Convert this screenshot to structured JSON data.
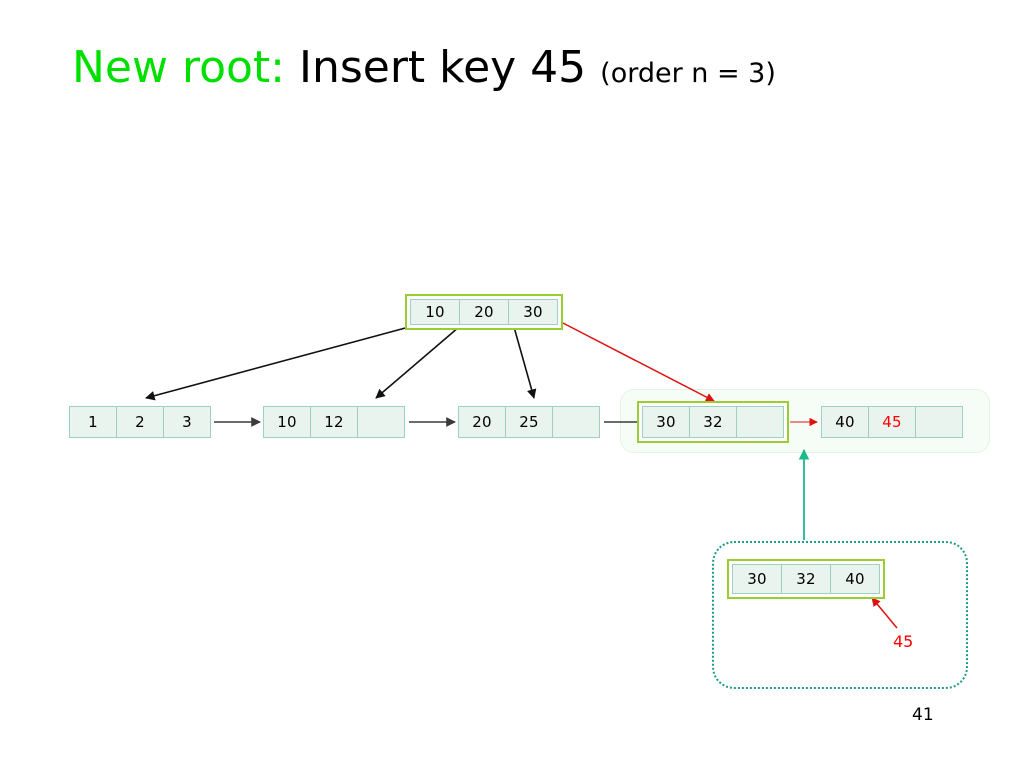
{
  "slide": {
    "title_accent": "New root:",
    "title_main": " Insert key 45 ",
    "title_sub": "(order n = 3)",
    "page_number": "41",
    "accent_color": "#00e000",
    "highlight_color": "#9acd32",
    "new_key_color": "#ff0000",
    "callout_border_color": "#1e9c86",
    "cell_fill": "#eaf4ef",
    "cell_border": "#9fcfc4"
  },
  "tree": {
    "root": {
      "name": "root-node",
      "framed": true,
      "cells": [
        {
          "value": "10",
          "style": "normal"
        },
        {
          "value": "20",
          "style": "normal"
        },
        {
          "value": "30",
          "style": "normal"
        }
      ]
    },
    "leaves": [
      {
        "name": "leaf-node-1",
        "framed": false,
        "cells": [
          {
            "value": "1",
            "style": "normal"
          },
          {
            "value": "2",
            "style": "normal"
          },
          {
            "value": "3",
            "style": "normal"
          }
        ]
      },
      {
        "name": "leaf-node-2",
        "framed": false,
        "cells": [
          {
            "value": "10",
            "style": "normal"
          },
          {
            "value": "12",
            "style": "normal"
          },
          {
            "value": "",
            "style": "empty"
          }
        ]
      },
      {
        "name": "leaf-node-3",
        "framed": false,
        "cells": [
          {
            "value": "20",
            "style": "normal"
          },
          {
            "value": "25",
            "style": "normal"
          },
          {
            "value": "",
            "style": "empty"
          }
        ]
      },
      {
        "name": "leaf-node-4",
        "framed": true,
        "cells": [
          {
            "value": "30",
            "style": "normal"
          },
          {
            "value": "32",
            "style": "normal"
          },
          {
            "value": "",
            "style": "empty"
          }
        ]
      },
      {
        "name": "leaf-node-5",
        "framed": false,
        "cells": [
          {
            "value": "40",
            "style": "normal"
          },
          {
            "value": "45",
            "style": "red"
          },
          {
            "value": "",
            "style": "empty"
          }
        ]
      }
    ]
  },
  "callout": {
    "name": "overflow-callout",
    "node": {
      "name": "callout-node",
      "framed": true,
      "cells": [
        {
          "value": "30",
          "style": "normal"
        },
        {
          "value": "32",
          "style": "normal"
        },
        {
          "value": "40",
          "style": "normal"
        }
      ]
    },
    "annotation_label": "45"
  }
}
